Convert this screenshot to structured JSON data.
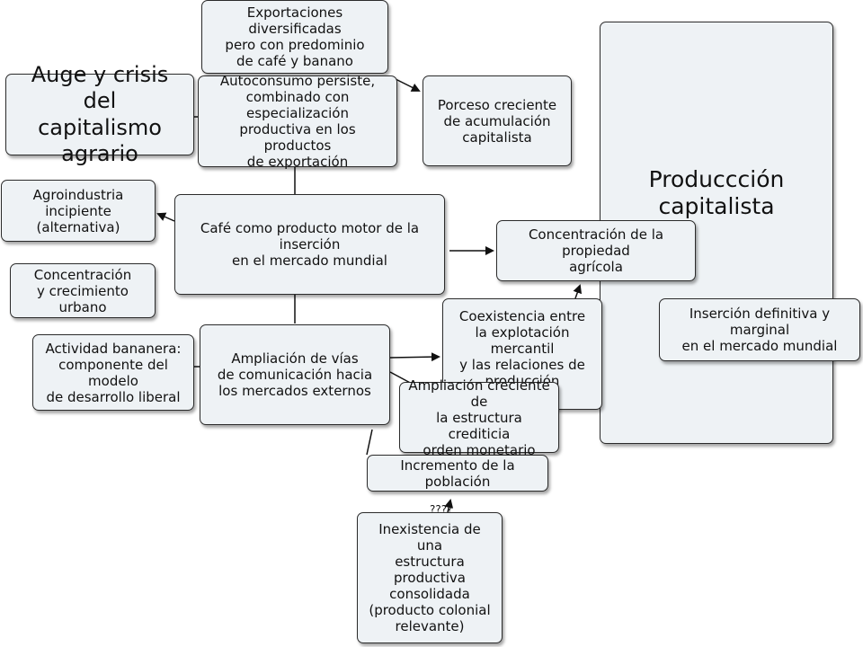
{
  "nodes": {
    "title": "Auge y crisis del\ncapitalismo agrario",
    "exportaciones": "Exportaciones diversificadas\npero con predominio\nde café y banano",
    "autoconsumo": "Autoconsumo persiste,\ncombinado con especialización\nproductiva en los productos\nde exportación",
    "proceso": "Porceso creciente\nde acumulación\ncapitalista",
    "produccion": "Produccción capitalista",
    "agroindustria": "Agroindustria\nincipiente (alternativa)",
    "cafe": "Café como producto motor de la inserción\nen el mercado mundial",
    "concentracion_propiedad": "Concentración de la propiedad\nagrícola",
    "concentracion_urbana": "Concentración\ny crecimiento urbano",
    "coexistencia": "Coexistencia entre\nla explotación mercantil\ny las relaciones de\nproducción capitalista",
    "insercion": "Inserción definitiva y marginal\nen el mercado mundial",
    "bananera": "Actividad bananera:\ncomponente del modelo\nde desarrollo liberal",
    "vias": "Ampliación de vías\nde comunicación hacia\nlos mercados externos",
    "crediticia": "Ampliación creciente de\nla estructura crediticia\norden monetario",
    "poblacion": "Incremento de la población",
    "inexistencia": "Inexistencia de una\nestructura productiva\nconsolidada\n(producto colonial\nrelevante)"
  },
  "stray_marks": {
    "under_poblacion": "????"
  },
  "colors": {
    "box_fill": "#eef2f5",
    "box_border": "#2b2b2b",
    "connector": "#111111"
  }
}
